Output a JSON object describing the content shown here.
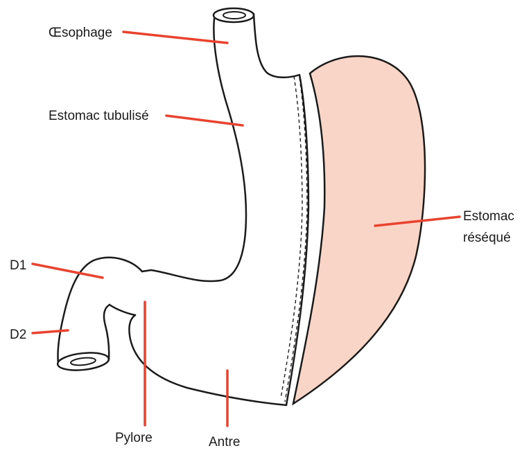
{
  "colors": {
    "leader": "#e8432e",
    "resected_fill": "#f9d5c7",
    "outline": "#1a1a1a"
  },
  "labels": {
    "oesophagus": "Œsophage",
    "tubulized_stomach": "Estomac tubulisé",
    "resected_stomach_line1": "Estomac",
    "resected_stomach_line2": "réséqué",
    "d1": "D1",
    "d2": "D2",
    "pylorus": "Pylore",
    "antrum": "Antre"
  }
}
